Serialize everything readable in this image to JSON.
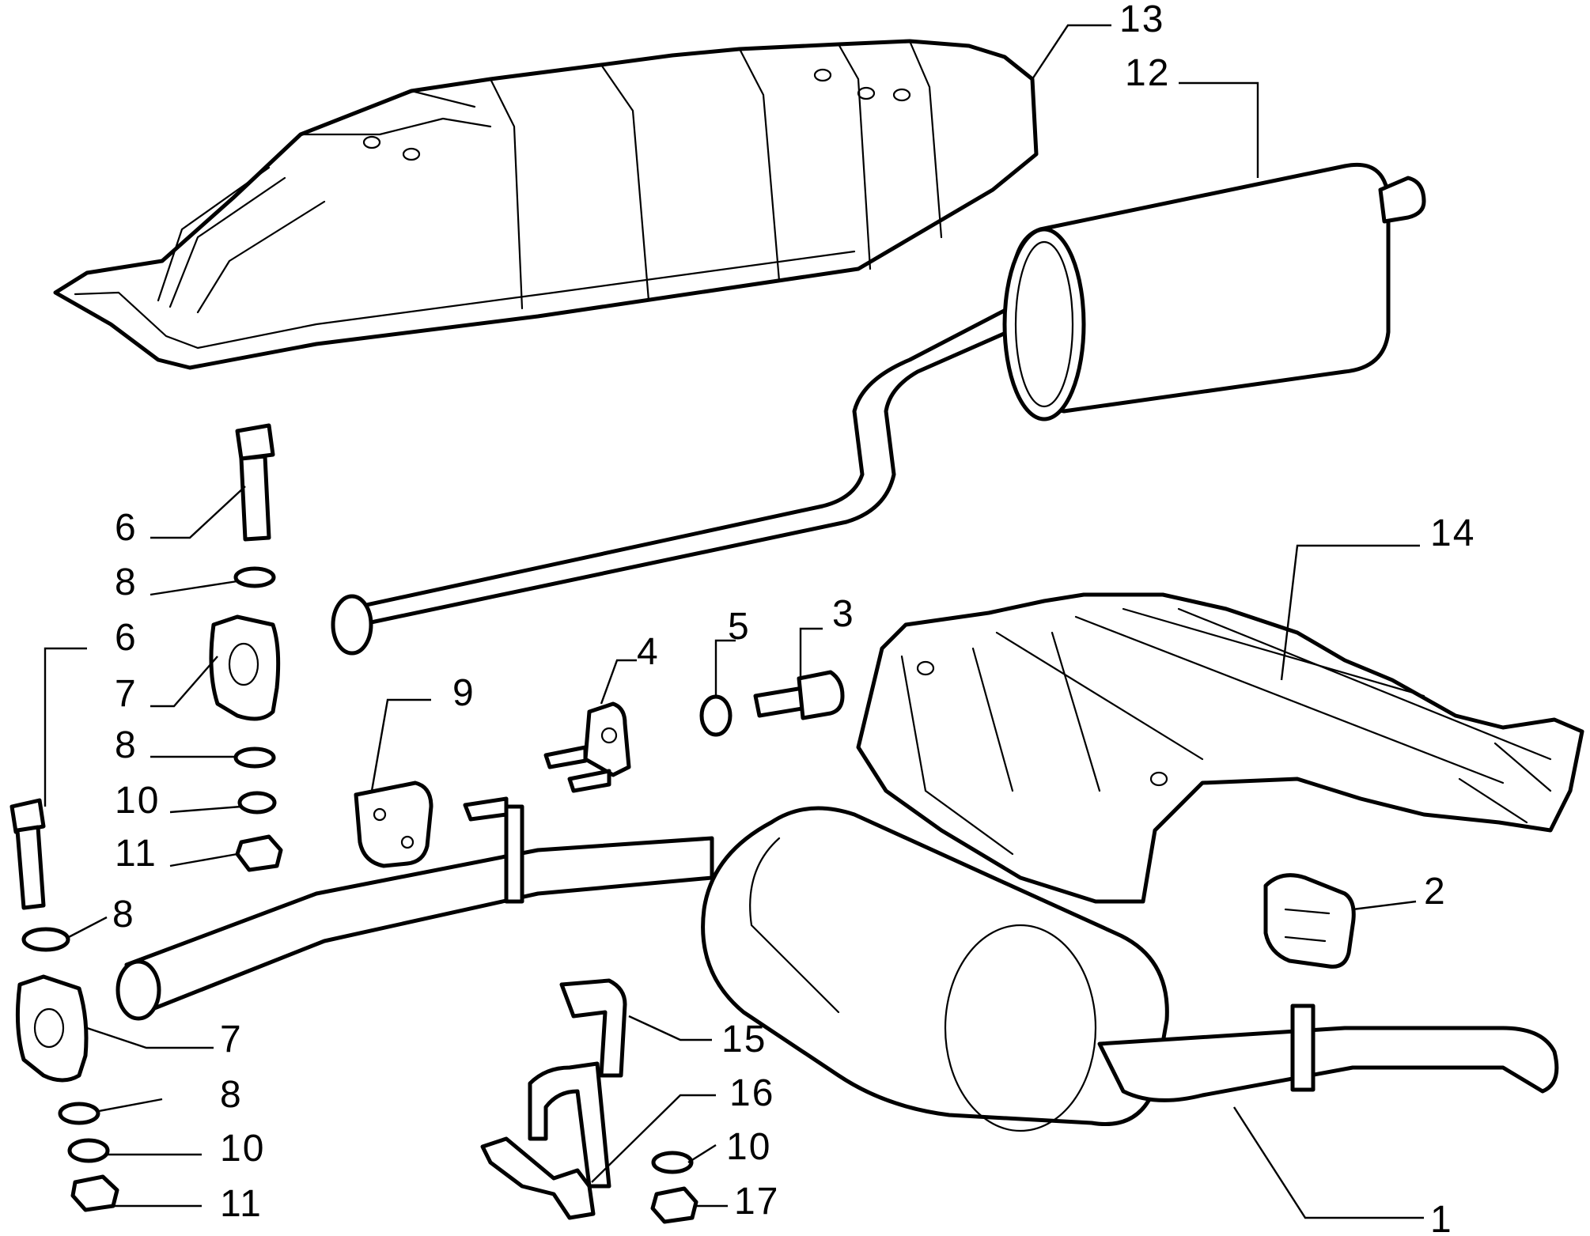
{
  "diagram": {
    "callouts": {
      "c1": "1",
      "c2": "2",
      "c3": "3",
      "c4": "4",
      "c5": "5",
      "c6a": "6",
      "c6b": "6",
      "c7a": "7",
      "c7b": "7",
      "c8a": "8",
      "c8b": "8",
      "c8c": "8",
      "c8d": "8",
      "c9": "9",
      "c10a": "10",
      "c10b": "10",
      "c10c": "10",
      "c11a": "11",
      "c11b": "11",
      "c12": "12",
      "c13": "13",
      "c14": "14",
      "c15": "15",
      "c16": "16",
      "c17": "17"
    }
  }
}
